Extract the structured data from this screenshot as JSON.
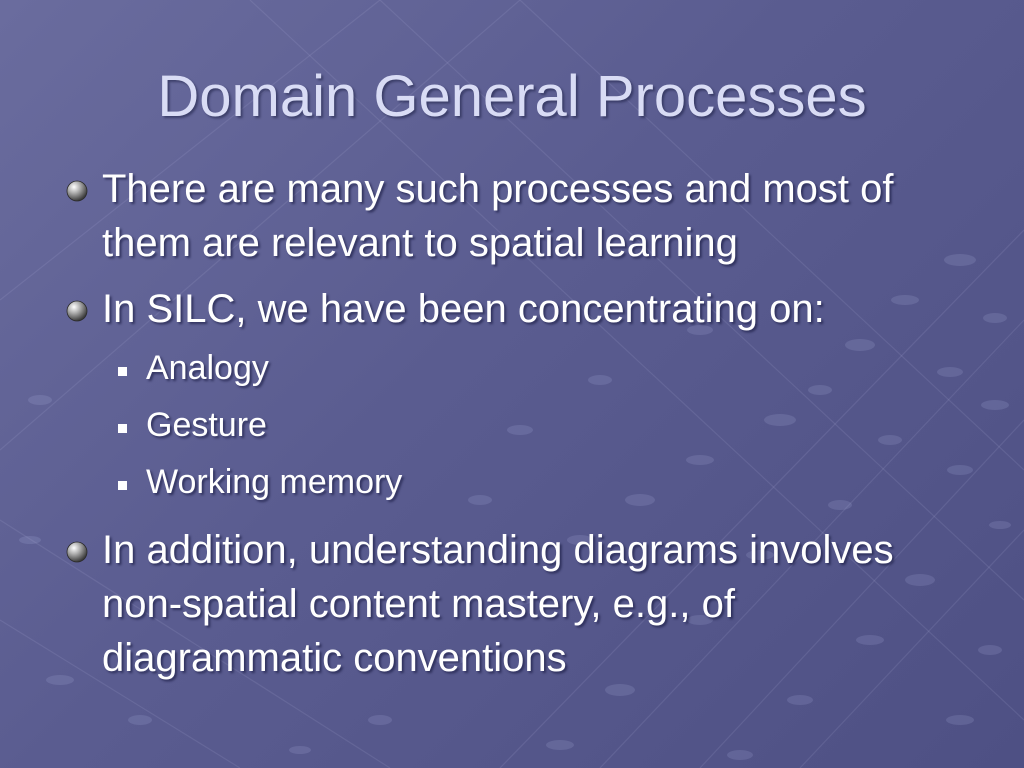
{
  "slide": {
    "title": "Domain General Processes",
    "bullets": [
      {
        "text": "There are many such processes and most of them are relevant to spatial learning"
      },
      {
        "text": "In SILC, we have been concentrating on:",
        "subitems": [
          "Analogy",
          "Gesture",
          "Working memory"
        ]
      },
      {
        "text": "In addition, understanding diagrams involves non-spatial content mastery, e.g., of diagrammatic conventions"
      }
    ]
  },
  "colors": {
    "background": "#5d5f93",
    "title_text": "#d9dcf5",
    "body_text": "#ffffff"
  },
  "icons": {
    "level1_bullet": "gray-sphere-bullet-icon",
    "level2_bullet": "square-bullet-icon"
  }
}
